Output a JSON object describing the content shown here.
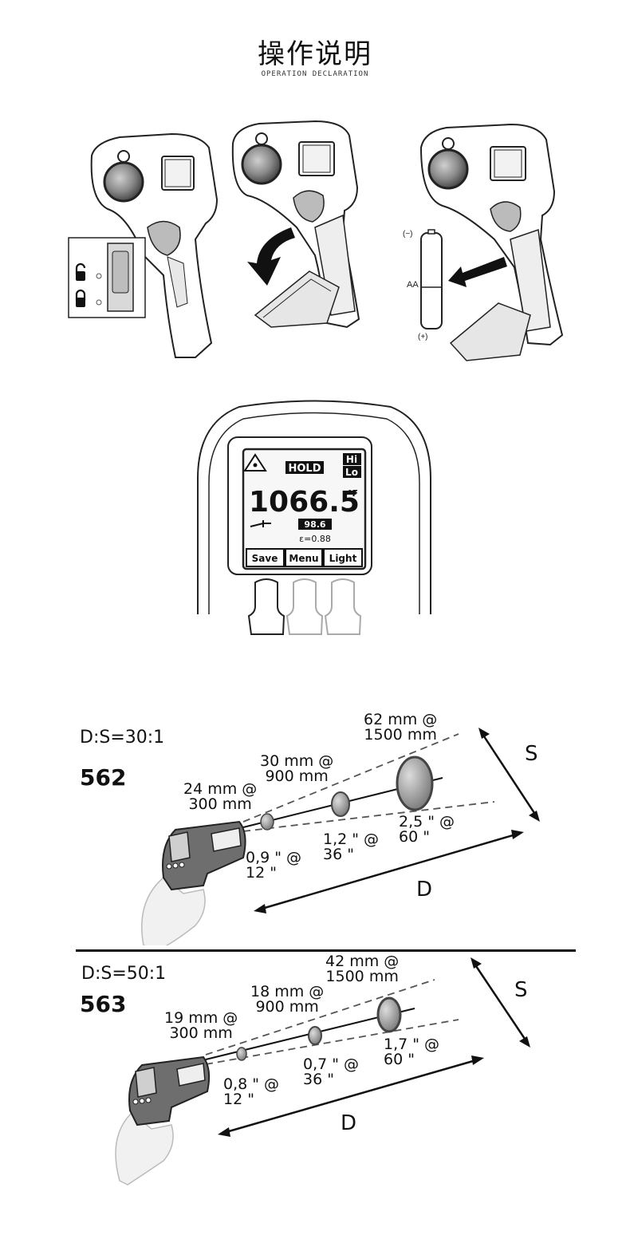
{
  "header": {
    "title": "操作说明",
    "subtitle": "OPERATION DECLARATION"
  },
  "battery_step": {
    "minus": "(−)",
    "plus": "(+)",
    "battery_type": "AA"
  },
  "display": {
    "hold": "HOLD",
    "hi": "Hi",
    "lo": "Lo",
    "temperature": "1066.5",
    "unit": "°F",
    "probe_value": "98.6",
    "emissivity": "ε=0.88",
    "softkeys": [
      "Save",
      "Menu",
      "Light"
    ]
  },
  "spot_diagrams": [
    {
      "ratio": "D:S=30:1",
      "model": "562",
      "metric": [
        [
          "24 mm @",
          "300 mm"
        ],
        [
          "30 mm @",
          "900 mm"
        ],
        [
          "62 mm @",
          "1500 mm"
        ]
      ],
      "imperial": [
        [
          "0,9 \" @",
          "12 \""
        ],
        [
          "1,2 \" @",
          "36 \""
        ],
        [
          "2,5 \" @",
          "60 \""
        ]
      ],
      "s_label": "S",
      "d_label": "D"
    },
    {
      "ratio": "D:S=50:1",
      "model": "563",
      "metric": [
        [
          "19 mm @",
          "300 mm"
        ],
        [
          "18 mm @",
          "900 mm"
        ],
        [
          "42 mm @",
          "1500 mm"
        ]
      ],
      "imperial": [
        [
          "0,8 \" @",
          "12 \""
        ],
        [
          "0,7 \" @",
          "36 \""
        ],
        [
          "1,7 \" @",
          "60 \""
        ]
      ],
      "s_label": "S",
      "d_label": "D"
    }
  ]
}
